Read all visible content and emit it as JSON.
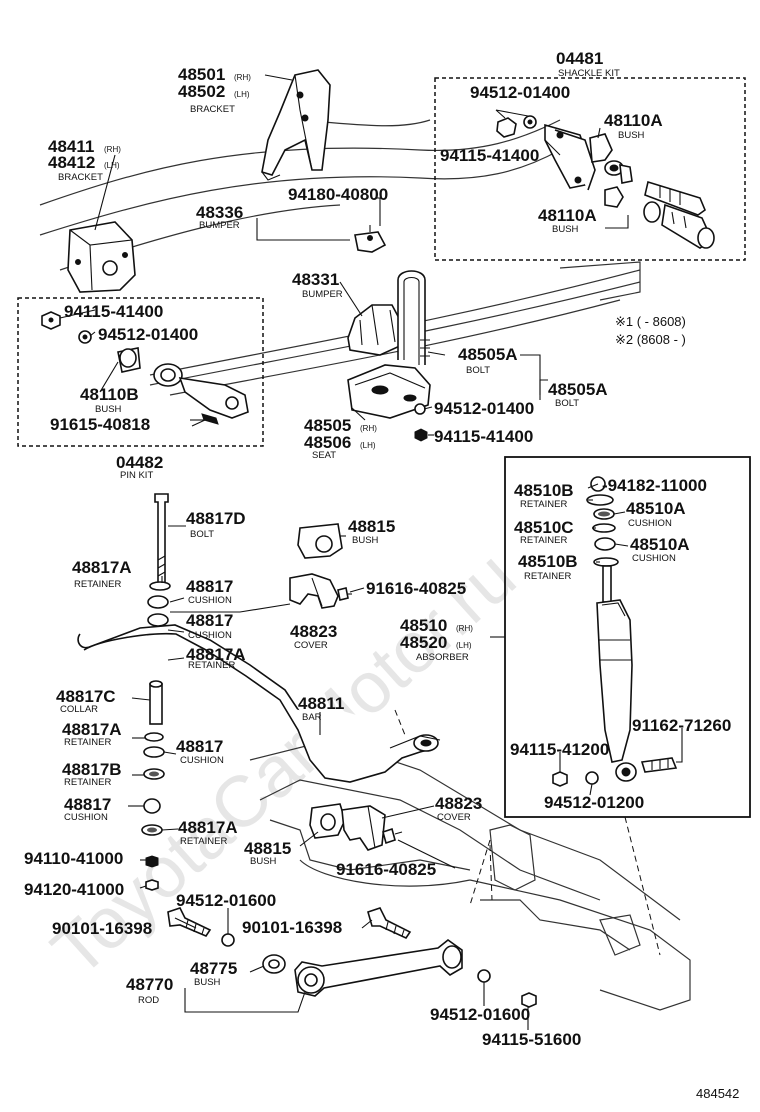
{
  "watermark": "ToyotaCarMotor.ru",
  "figure_number": "484542",
  "notes": {
    "note1": "※1 (     - 8608)",
    "note2": "※2 (8608 -     )"
  },
  "labels": [
    {
      "id": "48501",
      "text": "48501",
      "suffix": "(RH)",
      "sub": ""
    },
    {
      "id": "48502",
      "text": "48502",
      "suffix": "(LH)",
      "sub": "BRACKET"
    },
    {
      "id": "04481",
      "text": "04481",
      "suffix": "",
      "sub": "SHACKLE KIT"
    },
    {
      "id": "94512-01400-a",
      "text": "94512-01400",
      "suffix": "",
      "sub": ""
    },
    {
      "id": "48110A-a",
      "text": "48110A",
      "suffix": "",
      "sub": "BUSH"
    },
    {
      "id": "48411",
      "text": "48411",
      "suffix": "(RH)",
      "sub": ""
    },
    {
      "id": "48412",
      "text": "48412",
      "suffix": "(LH)",
      "sub": "BRACKET"
    },
    {
      "id": "94115-41400-a",
      "text": "94115-41400",
      "suffix": "",
      "sub": ""
    },
    {
      "id": "94180-40800",
      "text": "94180-40800",
      "suffix": "",
      "sub": ""
    },
    {
      "id": "48336",
      "text": "48336",
      "suffix": "",
      "sub": "BUMPER"
    },
    {
      "id": "48110A-b",
      "text": "48110A",
      "suffix": "",
      "sub": "BUSH"
    },
    {
      "id": "48331",
      "text": "48331",
      "suffix": "",
      "sub": "BUMPER"
    },
    {
      "id": "94115-41400-b",
      "text": "94115-41400",
      "suffix": "",
      "sub": ""
    },
    {
      "id": "94512-01400-b",
      "text": "94512-01400",
      "suffix": "",
      "sub": ""
    },
    {
      "id": "48505A-a",
      "text": "48505A",
      "suffix": "",
      "sub": "BOLT"
    },
    {
      "id": "48505A-b",
      "text": "48505A",
      "suffix": "",
      "sub": "BOLT"
    },
    {
      "id": "48110B",
      "text": "48110B",
      "suffix": "",
      "sub": "BUSH"
    },
    {
      "id": "91615-40818",
      "text": "91615-40818",
      "suffix": "",
      "sub": ""
    },
    {
      "id": "48505",
      "text": "48505",
      "suffix": "(RH)",
      "sub": ""
    },
    {
      "id": "48506",
      "text": "48506",
      "suffix": "(LH)",
      "sub": "SEAT"
    },
    {
      "id": "94512-01400-c",
      "text": "94512-01400",
      "suffix": "",
      "sub": ""
    },
    {
      "id": "94115-41400-c",
      "text": "94115-41400",
      "suffix": "",
      "sub": ""
    },
    {
      "id": "04482",
      "text": "04482",
      "suffix": "",
      "sub": "PIN KIT"
    },
    {
      "id": "48510B-a",
      "text": "48510B",
      "suffix": "",
      "sub": "RETAINER"
    },
    {
      "id": "94182-11000",
      "text": "-94182-11000",
      "suffix": "",
      "sub": ""
    },
    {
      "id": "48510A-a",
      "text": "48510A",
      "suffix": "",
      "sub": "CUSHION"
    },
    {
      "id": "48510C",
      "text": "48510C",
      "suffix": "",
      "sub": "RETAINER"
    },
    {
      "id": "48510A-b",
      "text": "48510A",
      "suffix": "",
      "sub": "CUSHION"
    },
    {
      "id": "48510B-b",
      "text": "48510B",
      "suffix": "",
      "sub": "RETAINER"
    },
    {
      "id": "48817D",
      "text": "48817D",
      "suffix": "",
      "sub": "BOLT"
    },
    {
      "id": "48815-a",
      "text": "48815",
      "suffix": "",
      "sub": "BUSH"
    },
    {
      "id": "48817A-a",
      "text": "48817A",
      "suffix": "",
      "sub": "RETAINER"
    },
    {
      "id": "48817-a",
      "text": "48817",
      "suffix": "",
      "sub": "CUSHION"
    },
    {
      "id": "91616-40825-a",
      "text": "91616-40825",
      "suffix": "",
      "sub": ""
    },
    {
      "id": "48817-b",
      "text": "48817",
      "suffix": "",
      "sub": "CUSHION"
    },
    {
      "id": "48823-a",
      "text": "48823",
      "suffix": "",
      "sub": "COVER"
    },
    {
      "id": "48510",
      "text": "48510",
      "suffix": "(RH)",
      "sub": ""
    },
    {
      "id": "48520",
      "text": "48520",
      "suffix": "(LH)",
      "sub": "ABSORBER"
    },
    {
      "id": "48817A-b",
      "text": "48817A",
      "suffix": "",
      "sub": "RETAINER"
    },
    {
      "id": "48817C",
      "text": "48817C",
      "suffix": "",
      "sub": "COLLAR"
    },
    {
      "id": "48811",
      "text": "48811",
      "suffix": "",
      "sub": "BAR"
    },
    {
      "id": "91162-71260",
      "text": "91162-71260",
      "suffix": "",
      "sub": ""
    },
    {
      "id": "48817A-c",
      "text": "48817A",
      "suffix": "",
      "sub": "RETAINER"
    },
    {
      "id": "48817-c",
      "text": "48817",
      "suffix": "",
      "sub": "CUSHION"
    },
    {
      "id": "94115-41200",
      "text": "94115-41200",
      "suffix": "",
      "sub": ""
    },
    {
      "id": "48817B",
      "text": "48817B",
      "suffix": "",
      "sub": "RETAINER"
    },
    {
      "id": "94512-01200",
      "text": "94512-01200",
      "suffix": "",
      "sub": ""
    },
    {
      "id": "48817-d",
      "text": "48817",
      "suffix": "",
      "sub": "CUSHION"
    },
    {
      "id": "48823-b",
      "text": "48823",
      "suffix": "",
      "sub": "COVER"
    },
    {
      "id": "48817A-d",
      "text": "48817A",
      "suffix": "",
      "sub": "RETAINER"
    },
    {
      "id": "94110-41000",
      "text": "94110-41000",
      "suffix": "",
      "sub": ""
    },
    {
      "id": "48815-b",
      "text": "48815",
      "suffix": "",
      "sub": "BUSH"
    },
    {
      "id": "91616-40825-b",
      "text": "91616-40825",
      "suffix": "",
      "sub": ""
    },
    {
      "id": "94120-41000",
      "text": "94120-41000",
      "suffix": "",
      "sub": ""
    },
    {
      "id": "94512-01600-a",
      "text": "94512-01600",
      "suffix": "",
      "sub": ""
    },
    {
      "id": "90101-16398-a",
      "text": "90101-16398",
      "suffix": "",
      "sub": ""
    },
    {
      "id": "90101-16398-b",
      "text": "90101-16398",
      "suffix": "",
      "sub": ""
    },
    {
      "id": "48775",
      "text": "48775",
      "suffix": "",
      "sub": "BUSH"
    },
    {
      "id": "48770",
      "text": "48770",
      "suffix": "",
      "sub": "ROD"
    },
    {
      "id": "94512-01600-b",
      "text": "94512-01600",
      "suffix": "",
      "sub": ""
    },
    {
      "id": "94115-51600",
      "text": "94115-51600",
      "suffix": "",
      "sub": ""
    }
  ]
}
